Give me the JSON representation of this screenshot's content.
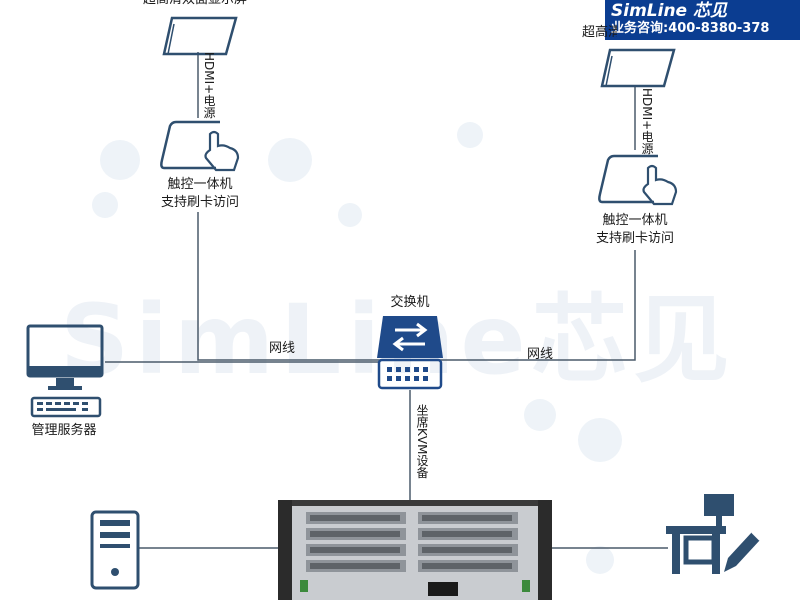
{
  "brand": {
    "name": "SimLine 芯见",
    "hotline": "业务咨询:400-8380-378"
  },
  "watermark": "SimLine芯见",
  "nodes": {
    "display_left": "超高清双面显示屏",
    "display_right": "超高清双面显示屏",
    "touch_left_line1": "触控一体机",
    "touch_left_line2": "支持刷卡访问",
    "touch_right_line1": "触控一体机",
    "touch_right_line2": "支持刷卡访问",
    "switch": "交换机",
    "server": "管理服务器"
  },
  "links": {
    "hdmi_left": "HDMI+电源",
    "hdmi_right": "HDMI+电源",
    "net_left": "网线",
    "net_right": "网线",
    "kvm": "坐席KVM设备"
  },
  "colors": {
    "accent": "#0b3d91",
    "line": "#4a5a6a",
    "icon": "#2f4f6f"
  }
}
